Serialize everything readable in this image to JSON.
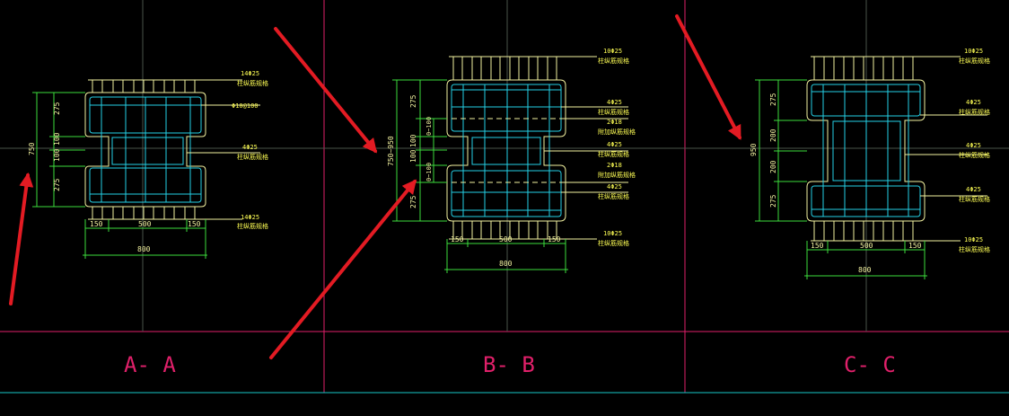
{
  "colors": {
    "bg": "#000000",
    "frame": "#e0206a",
    "baseline": "#19c7c7",
    "concrete": "#f2f2a0",
    "rebar": "#25d0e6",
    "dim": "#3ddc3d",
    "note": "#ffff55",
    "arrow": "#e31b23",
    "center": "#5e6a5e"
  },
  "sections": [
    {
      "title": "A- A",
      "dim_left": [
        "275",
        "100",
        "100",
        "275"
      ],
      "dim_total": "750",
      "dim_bottom": [
        "150",
        "500",
        "150"
      ],
      "dim_overall": "800",
      "notes": [
        {
          "main": "14Φ25",
          "sub": "柱纵筋规格"
        },
        {
          "main": "Φ10@100",
          "sub": ""
        },
        {
          "main": "4Φ25",
          "sub": "柱纵筋规格"
        },
        {
          "main": "14Φ25",
          "sub": "柱纵筋规格"
        }
      ]
    },
    {
      "title": "B- B",
      "dim_left": [
        "275",
        "100",
        "100",
        "275"
      ],
      "dim_total": "750~950",
      "dim_inner": [
        "0~100",
        "0~100"
      ],
      "dim_bottom": [
        "150",
        "500",
        "150"
      ],
      "dim_overall": "800",
      "notes": [
        {
          "main": "10Φ25",
          "sub": "柱纵筋规格"
        },
        {
          "main": "4Φ25",
          "sub": "柱纵筋规格"
        },
        {
          "main": "2Φ18",
          "sub": "附加纵筋规格"
        },
        {
          "main": "4Φ25",
          "sub": "柱纵筋规格"
        },
        {
          "main": "2Φ18",
          "sub": "附加纵筋规格"
        },
        {
          "main": "4Φ25",
          "sub": "柱纵筋规格"
        },
        {
          "main": "10Φ25",
          "sub": "柱纵筋规格"
        }
      ]
    },
    {
      "title": "C- C",
      "dim_left": [
        "275",
        "200",
        "200",
        "275"
      ],
      "dim_total": "950",
      "dim_bottom": [
        "150",
        "500",
        "150"
      ],
      "dim_overall": "800",
      "notes": [
        {
          "main": "10Φ25",
          "sub": "柱纵筋规格"
        },
        {
          "main": "4Φ25",
          "sub": "柱纵筋规格"
        },
        {
          "main": "4Φ25",
          "sub": "柱纵筋规格"
        },
        {
          "main": "4Φ25",
          "sub": "柱纵筋规格"
        },
        {
          "main": "10Φ25",
          "sub": "柱纵筋规格"
        }
      ]
    }
  ],
  "arrows": [
    {
      "from": "lower-left",
      "to": "A-A overall height dimension"
    },
    {
      "from": "upper-left",
      "to": "B-B overall height dimension"
    },
    {
      "from": "lower-left",
      "to": "B-B lower inner dimension"
    },
    {
      "from": "upper-left",
      "to": "C-C overall height dimension"
    }
  ]
}
